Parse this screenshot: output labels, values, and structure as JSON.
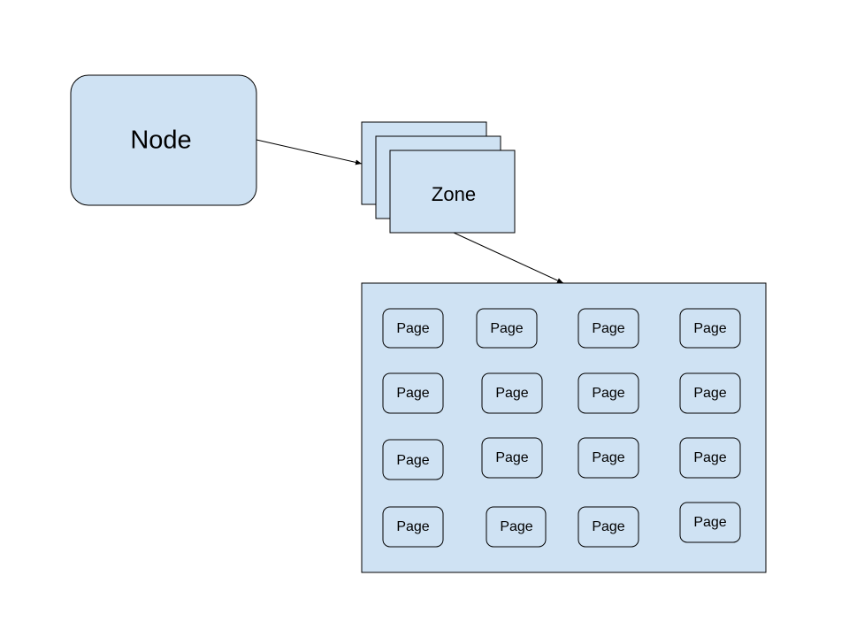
{
  "colors": {
    "box_fill": "#cfe2f3",
    "stroke": "#000000",
    "background": "#ffffff"
  },
  "node": {
    "label": "Node"
  },
  "zone": {
    "label": "Zone"
  },
  "memory": {
    "page_label": "Page",
    "pages": [
      "Page",
      "Page",
      "Page",
      "Page",
      "Page",
      "Page",
      "Page",
      "Page",
      "Page",
      "Page",
      "Page",
      "Page",
      "Page",
      "Page",
      "Page",
      "Page"
    ]
  }
}
